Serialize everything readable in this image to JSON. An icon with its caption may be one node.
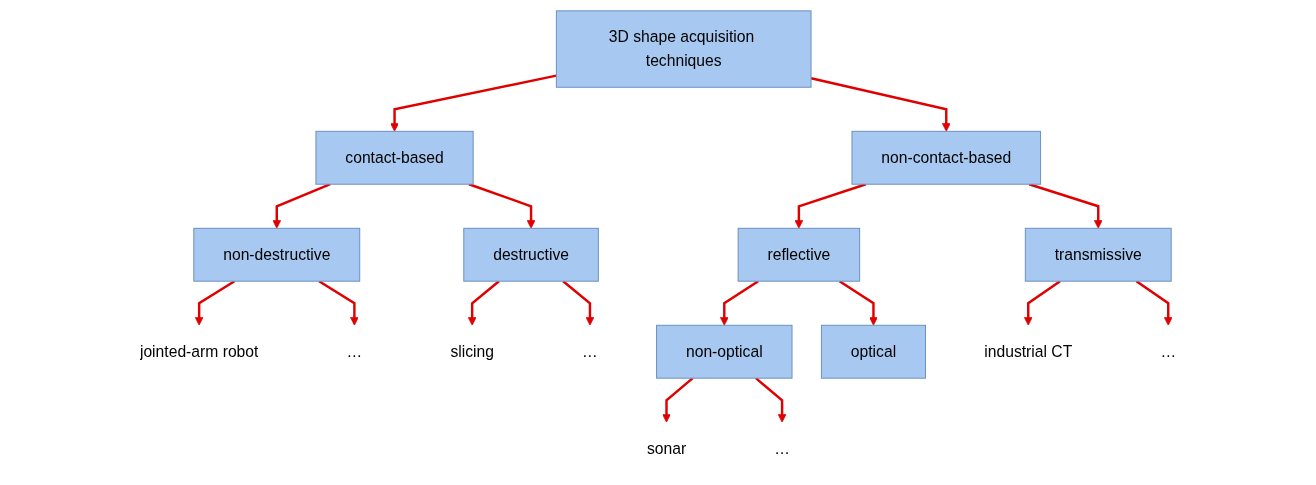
{
  "diagram": {
    "nodes": [
      {
        "text": [
          "3D shape acquisition techniques"
        ]
      },
      {
        "text": [
          "contact-based"
        ]
      },
      {
        "text": [
          "non-contact-based"
        ]
      },
      {
        "text": [
          "non-destructive"
        ]
      },
      {
        "text": [
          "destructive"
        ]
      },
      {
        "text": [
          "reflective"
        ]
      },
      {
        "text": [
          "transmissive"
        ]
      },
      {
        "text": [
          "jointed-arm robot"
        ]
      },
      {
        "text": [
          "…"
        ]
      },
      {
        "text": [
          "slicing"
        ]
      },
      {
        "text": [
          "…"
        ]
      },
      {
        "text": [
          "non-optical"
        ]
      },
      {
        "text": [
          "optical"
        ]
      },
      {
        "text": [
          "industrial CT"
        ]
      },
      {
        "text": [
          "…"
        ]
      },
      {
        "text": [
          "sonar"
        ]
      },
      {
        "text": [
          "…"
        ]
      }
    ],
    "edges": [
      {
        "from": 0,
        "to": 1,
        "arrow": "to"
      },
      {
        "from": 0,
        "to": 2,
        "arrow": "to"
      },
      {
        "from": 1,
        "to": 3,
        "arrow": "to"
      },
      {
        "from": 1,
        "to": 4,
        "arrow": "to"
      },
      {
        "from": 2,
        "to": 5,
        "arrow": "to"
      },
      {
        "from": 2,
        "to": 6,
        "arrow": "to"
      },
      {
        "from": 3,
        "to": 7,
        "arrow": "to"
      },
      {
        "from": 3,
        "to": 8,
        "arrow": "to"
      },
      {
        "from": 4,
        "to": 9,
        "arrow": "to"
      },
      {
        "from": 4,
        "to": 10,
        "arrow": "to"
      },
      {
        "from": 5,
        "to": 11,
        "arrow": "to"
      },
      {
        "from": 5,
        "to": 12,
        "arrow": "to"
      },
      {
        "from": 6,
        "to": 13,
        "arrow": "to"
      },
      {
        "from": 6,
        "to": 14,
        "arrow": "to"
      },
      {
        "from": 11,
        "to": 15,
        "arrow": "to"
      },
      {
        "from": 11,
        "to": 16,
        "arrow": "to"
      }
    ]
  }
}
